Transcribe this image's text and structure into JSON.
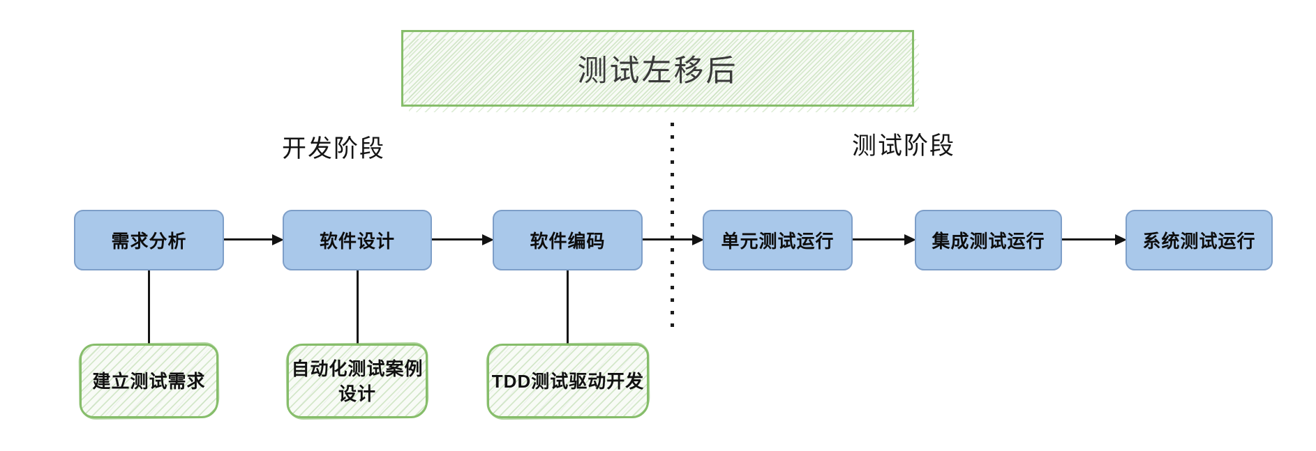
{
  "title": {
    "label": "测试左移后"
  },
  "phases": {
    "development": {
      "label": "开发阶段"
    },
    "testing": {
      "label": "测试阶段"
    }
  },
  "flow_nodes": [
    {
      "label": "需求分析"
    },
    {
      "label": "软件设计"
    },
    {
      "label": "软件编码"
    },
    {
      "label": "单元测试运行"
    },
    {
      "label": "集成测试运行"
    },
    {
      "label": "系统测试运行"
    }
  ],
  "shift_left_notes": [
    {
      "label": "建立测试需求"
    },
    {
      "label": "自动化测试案例\n设计"
    },
    {
      "label": "TDD测试驱动开发"
    }
  ],
  "colors": {
    "node_fill": "#a9c8ea",
    "node_border": "#7d9ec8",
    "note_border": "#86bd6a",
    "note_fill": "#f8fbf6",
    "connector": "#141414",
    "title_text": "#3a3a3a"
  }
}
